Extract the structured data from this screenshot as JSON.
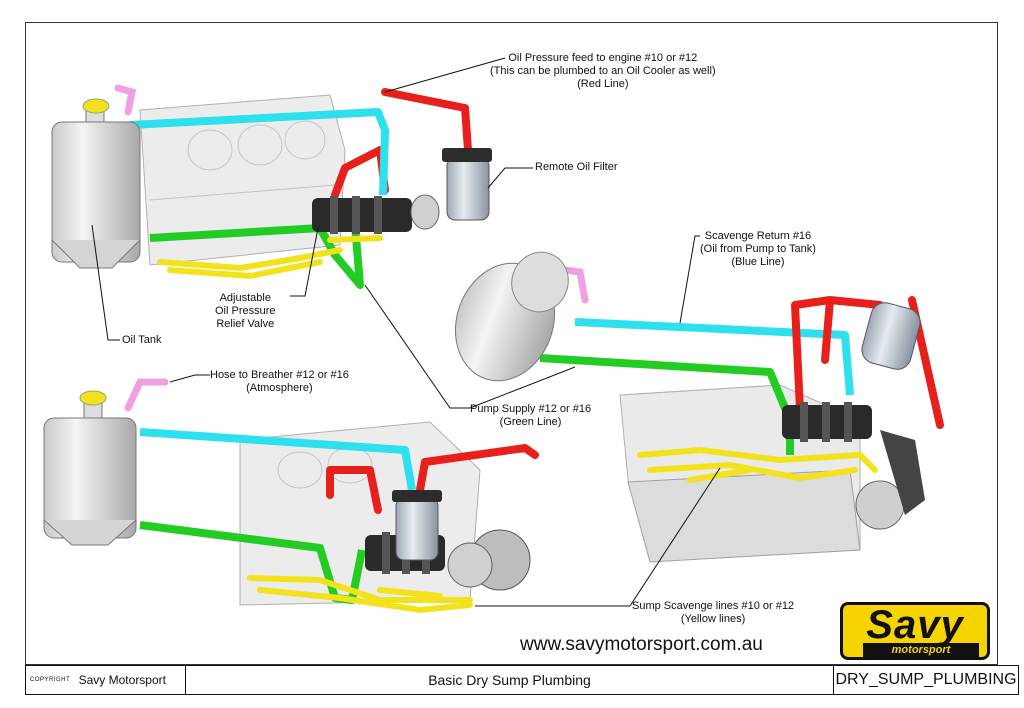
{
  "labels": {
    "oil_pressure_feed": "Oil Pressure feed to engine #10 or #12",
    "oil_pressure_feed_note": "(This can be plumbed to an Oil Cooler as well)",
    "oil_pressure_feed_color": "(Red Line)",
    "remote_oil_filter": "Remote Oil Filter",
    "scavenge_return": "Scavenge Return #16",
    "scavenge_return_note": "(Oil from Pump to Tank)",
    "scavenge_return_color": "(Blue Line)",
    "relief_valve_1": "Adjustable",
    "relief_valve_2": "Oil Pressure",
    "relief_valve_3": "Relief Valve",
    "oil_tank": "Oil Tank",
    "breather_hose": "Hose to Breather #12 or #16",
    "breather_hose_note": "(Atmosphere)",
    "pump_supply": "Pump Supply #12 or #16",
    "pump_supply_color": "(Green Line)",
    "sump_scavenge": "Sump Scavenge lines #10 or #12",
    "sump_scavenge_color": "(Yellow lines)"
  },
  "website": "www.savymotorsport.com.au",
  "logo": {
    "name": "Savy",
    "sub": "motorsport"
  },
  "title_block": {
    "copyright": "COPYRIGHT",
    "organization": "Savy Motorsport",
    "title": "Basic Dry Sump Plumbing",
    "code": "DRY_SUMP_PLUMBING"
  },
  "colors": {
    "pressure_line": "#e8201c",
    "return_line": "#2ee0ee",
    "supply_line": "#22cc22",
    "scavenge_line": "#f2e21c",
    "breather_hose": "#f0a0e0",
    "cap": "#f5e020",
    "logo": "#f6d400"
  }
}
